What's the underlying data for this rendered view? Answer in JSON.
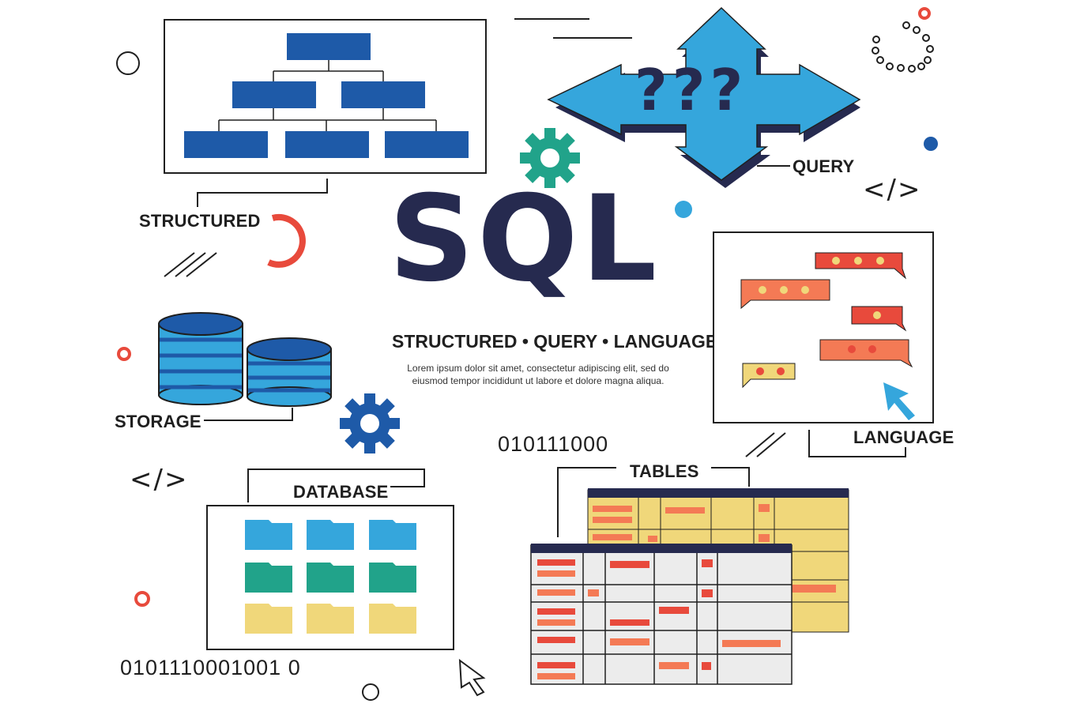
{
  "title": "SQL",
  "subtitle": "STRUCTURED • QUERY • LANGUAGE",
  "description": "Lorem ipsum dolor sit amet, consectetur adipiscing elit, sed do eiusmod tempor incididunt ut labore et dolore magna aliqua.",
  "labels": {
    "structured": "STRUCTURED",
    "query": "QUERY",
    "query_marks": "???",
    "storage": "STORAGE",
    "language": "LANGUAGE",
    "database": "DATABASE",
    "tables": "TABLES"
  },
  "binary": {
    "top": "010111000",
    "bottom": "0101110001001 0"
  },
  "code_tag": "</>",
  "colors": {
    "navy": "#262a4f",
    "blue": "#1e5aa8",
    "sky": "#35a6dc",
    "teal": "#21a38a",
    "red": "#e84a3c",
    "orange": "#f47a55",
    "yellow": "#f0d77a",
    "gray": "#ececec"
  }
}
